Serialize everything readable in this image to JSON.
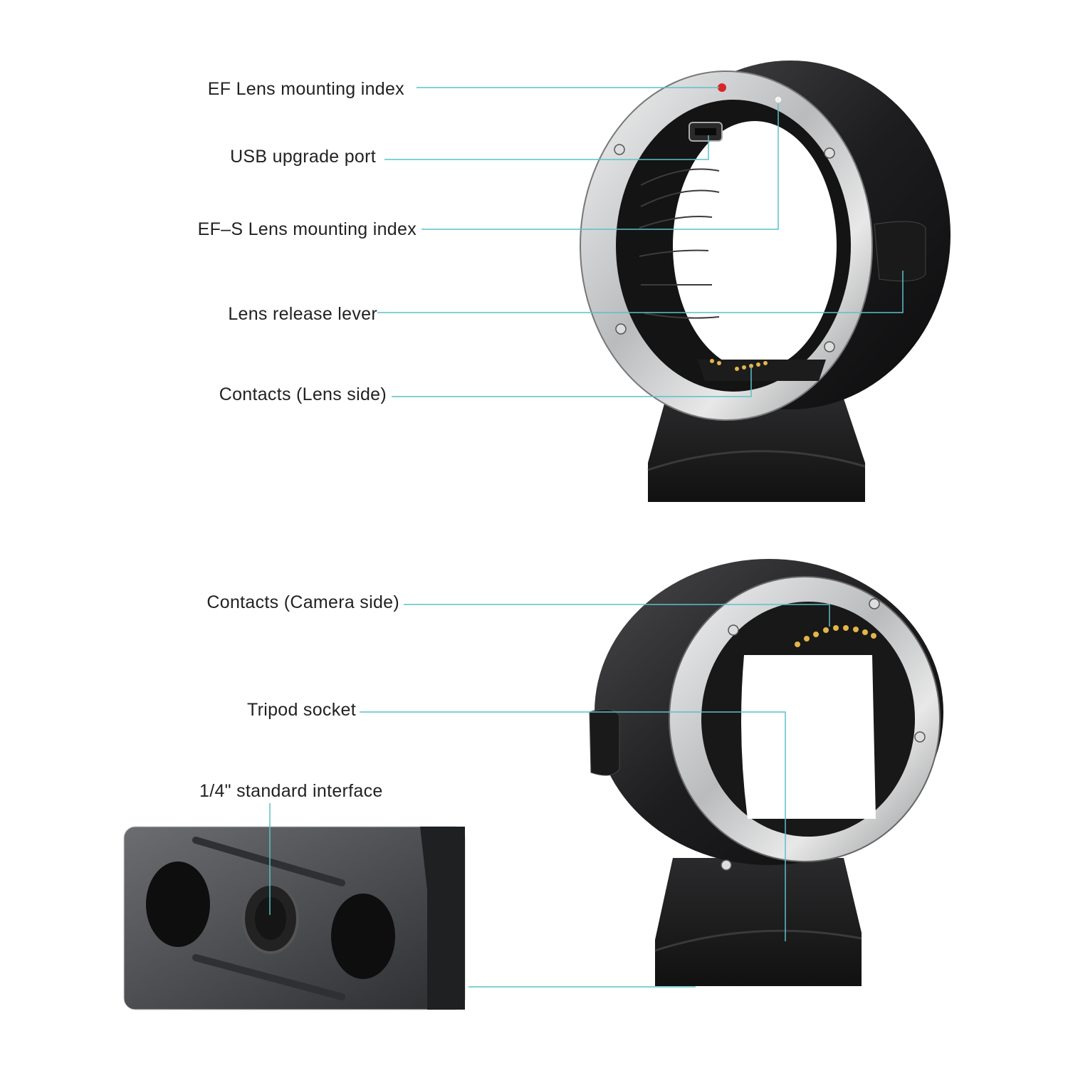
{
  "colors": {
    "leader_line": "#5cc0c8",
    "background": "#ffffff",
    "index_dot": "#d8262b",
    "contacts": "#e3b54a"
  },
  "top_view": {
    "callouts": [
      {
        "id": "ef-index",
        "label": "EF Lens mounting index"
      },
      {
        "id": "usb-port",
        "label": "USB upgrade port"
      },
      {
        "id": "efs-index",
        "label": "EF–S Lens mounting index"
      },
      {
        "id": "release-lever",
        "label": "Lens release lever"
      },
      {
        "id": "contacts-lens",
        "label": "Contacts (Lens side)"
      }
    ]
  },
  "bottom_view": {
    "callouts": [
      {
        "id": "contacts-camera",
        "label": "Contacts (Camera side)"
      },
      {
        "id": "tripod-socket",
        "label": "Tripod socket"
      },
      {
        "id": "quarter-interface",
        "label": "1/4\" standard interface"
      }
    ]
  }
}
